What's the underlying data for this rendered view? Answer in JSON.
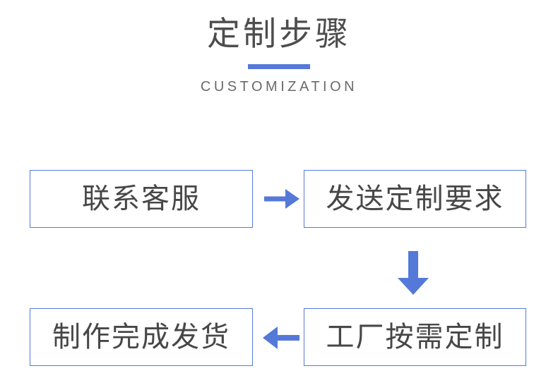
{
  "header": {
    "title": "定制步骤",
    "subtitle": "CUSTOMIZATION",
    "accent_color": "#5479d8",
    "title_color": "#4d4d4d",
    "subtitle_color": "#6b6b6b"
  },
  "flow": {
    "box_border_color": "#5479d8",
    "box_text_color": "#474747",
    "arrow_color": "#5479d8",
    "steps": [
      {
        "id": "contact",
        "label": "联系客服",
        "order": 1
      },
      {
        "id": "send",
        "label": "发送定制要求",
        "order": 2
      },
      {
        "id": "factory",
        "label": "工厂按需定制",
        "order": 3
      },
      {
        "id": "ship",
        "label": "制作完成发货",
        "order": 4
      }
    ],
    "connectors": [
      {
        "id": "right",
        "direction": "right",
        "from": "contact",
        "to": "send"
      },
      {
        "id": "down",
        "direction": "down",
        "from": "send",
        "to": "factory"
      },
      {
        "id": "left",
        "direction": "left",
        "from": "factory",
        "to": "ship"
      }
    ]
  },
  "background_color": "#ffffff"
}
